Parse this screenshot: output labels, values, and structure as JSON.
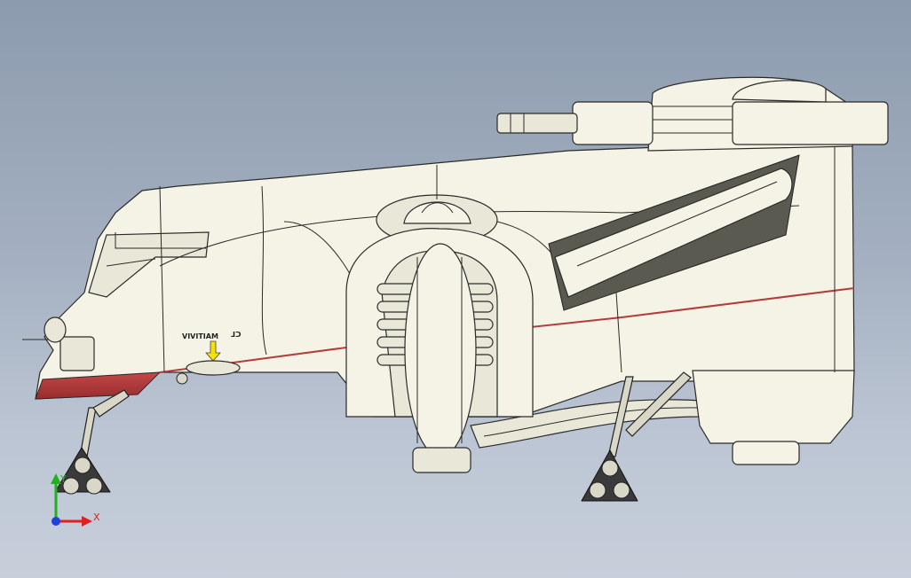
{
  "model": {
    "hull_text": "VIVITIAM",
    "hull_text_2": "ᒧᑐ",
    "colors": {
      "background_top": "#8c9bae",
      "background_bottom": "#c7cfdb",
      "hull": "#f4f3e6",
      "nose_stripe": "#b43c3c",
      "indicator_arrow": "#f5e000"
    }
  },
  "triad": {
    "x_label": "X",
    "y_label": "Y",
    "colors": {
      "x": "#e02020",
      "y": "#20b020",
      "z": "#2040e0"
    }
  }
}
